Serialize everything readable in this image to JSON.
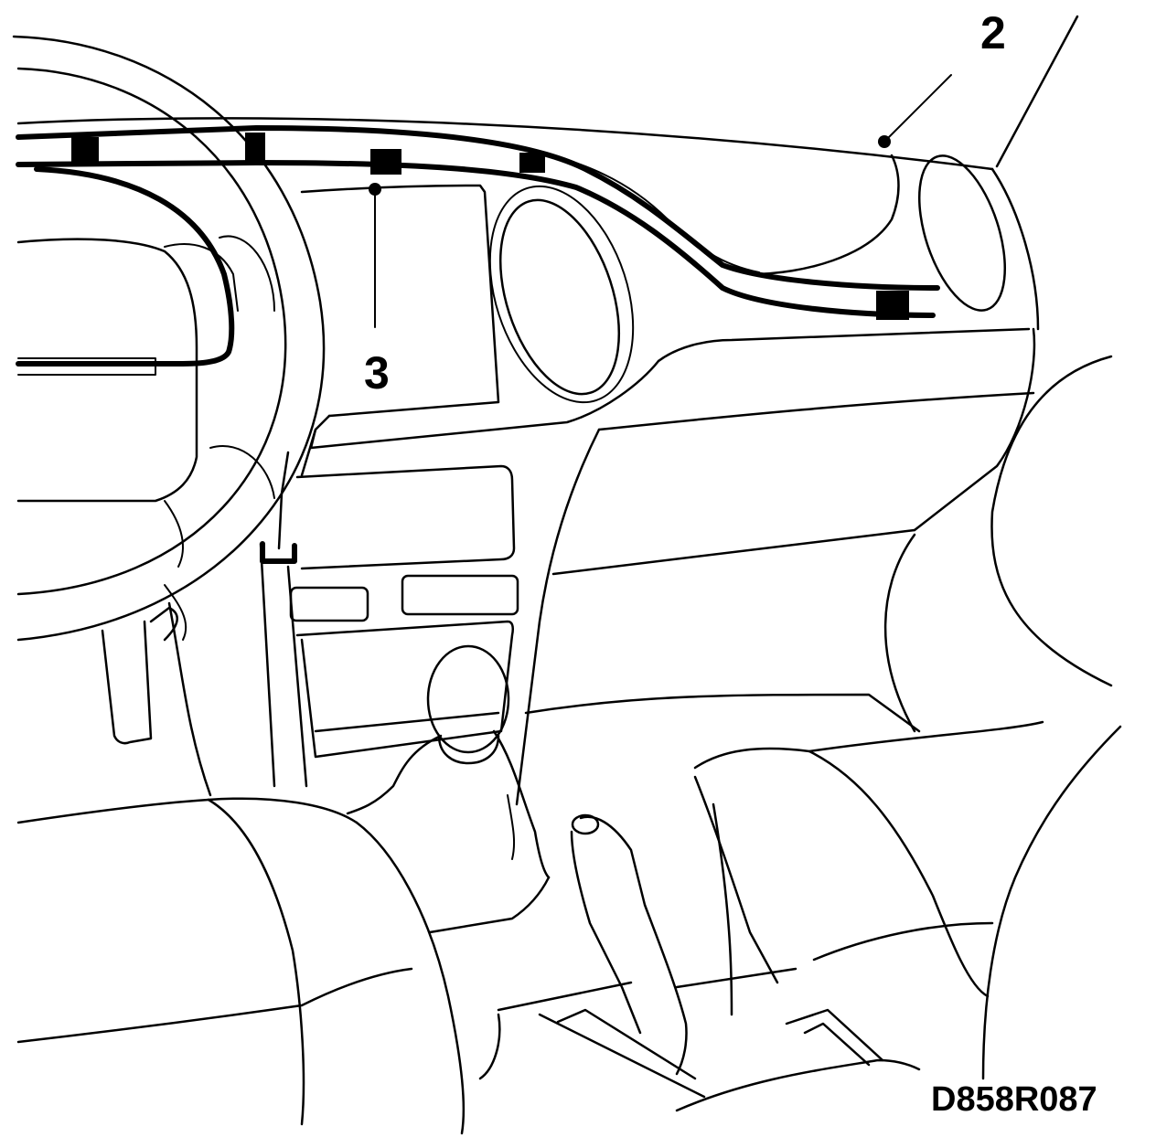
{
  "diagram": {
    "reference_code": "D858R087",
    "callouts": [
      {
        "id": "callout-2",
        "label": "2"
      },
      {
        "id": "callout-3",
        "label": "3"
      }
    ]
  }
}
